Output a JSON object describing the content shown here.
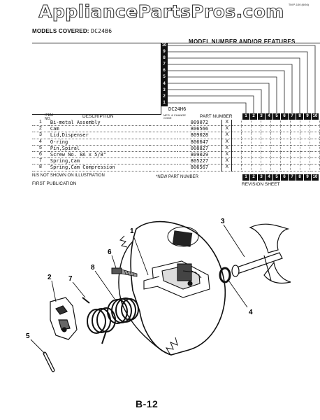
{
  "watermark": "AppliancePartsPros.com",
  "form_id": "TM P-100 (6/94)",
  "models_covered_label": "MODELS COVERED:",
  "models_covered_value": "DC24B6",
  "features_heading": "MODEL NUMBER AND/OR FEATURES",
  "model_slots": [
    "10",
    "9",
    "8",
    "7",
    "6",
    "5",
    "4",
    "3",
    "2",
    "1"
  ],
  "model_line_1": "DC24H6",
  "headers": {
    "item": "ITEM NO.",
    "description": "DESCRIPTION",
    "mfg_code": "MFG. & CHANGE CODE",
    "part_number": "PART NUMBER"
  },
  "column_numbers": [
    "1",
    "2",
    "3",
    "4",
    "5",
    "6",
    "7",
    "8",
    "9",
    "10"
  ],
  "parts": [
    {
      "item": "1",
      "description": "Bi-metal Assembly",
      "part_number": "809072",
      "mark": "X"
    },
    {
      "item": "2",
      "description": "Cam",
      "part_number": "806566",
      "mark": "X"
    },
    {
      "item": "3",
      "description": "Lid,Dispenser",
      "part_number": "809028",
      "mark": "X"
    },
    {
      "item": "4",
      "description": "O-ring",
      "part_number": "806647",
      "mark": "X"
    },
    {
      "item": "5",
      "description": "Pin,Spiral",
      "part_number": "008827",
      "mark": "X"
    },
    {
      "item": "6",
      "description": "Screw No. 8A x 5/8\"",
      "part_number": "809029",
      "mark": "X"
    },
    {
      "item": "7",
      "description": "Spring,Cam",
      "part_number": "805227",
      "mark": "X"
    },
    {
      "item": "8",
      "description": "Spring,Cam Compression",
      "part_number": "806567",
      "mark": "X"
    }
  ],
  "notes": {
    "not_shown": "N/S NOT SHOWN ON ILLUSTRATION",
    "new_part": "*NEW PART NUMBER",
    "first_pub": "FIRST PUBLICATION",
    "revision": "REVISION SHEET"
  },
  "callouts": [
    "1",
    "2",
    "3",
    "4",
    "5",
    "6",
    "7",
    "8"
  ],
  "page_number": "B-12"
}
